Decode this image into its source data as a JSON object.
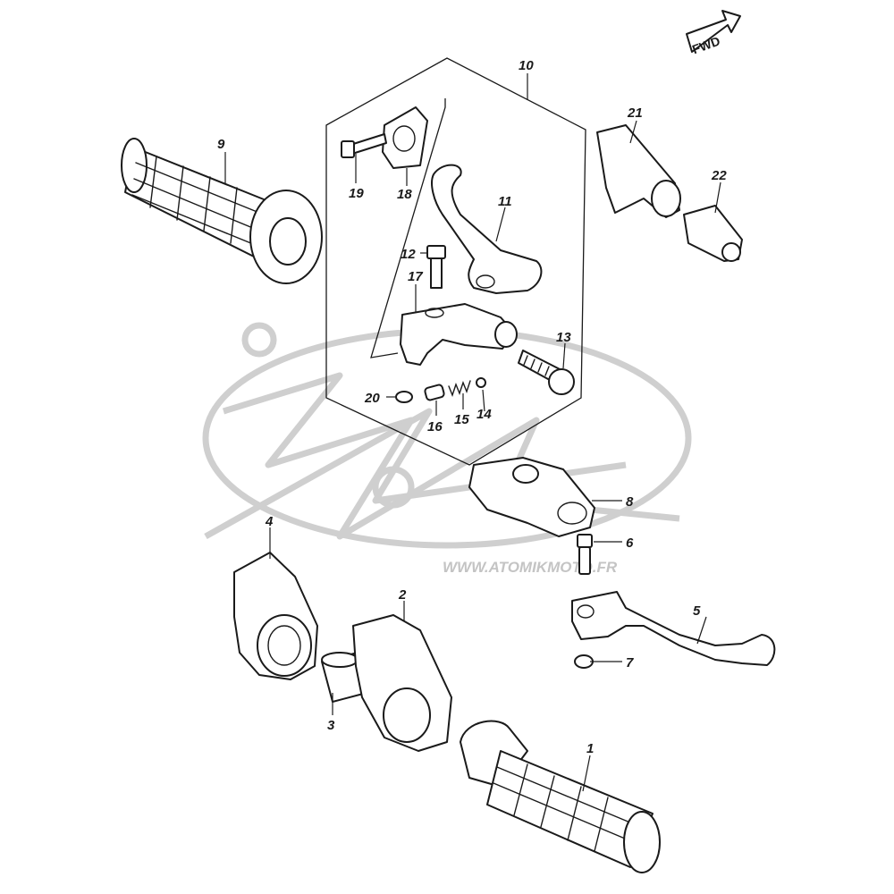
{
  "diagram": {
    "fwd_label": "FWD",
    "watermark_text": "WWW.ATOMIKMOTO.FR",
    "parts": {
      "p1": "1",
      "p2": "2",
      "p3": "3",
      "p4": "4",
      "p5": "5",
      "p6": "6",
      "p7": "7",
      "p8": "8",
      "p9": "9",
      "p10": "10",
      "p11": "11",
      "p12": "12",
      "p13": "13",
      "p14": "14",
      "p15": "15",
      "p16": "16",
      "p17": "17",
      "p18": "18",
      "p19": "19",
      "p20": "20",
      "p21": "21",
      "p22": "22"
    }
  }
}
